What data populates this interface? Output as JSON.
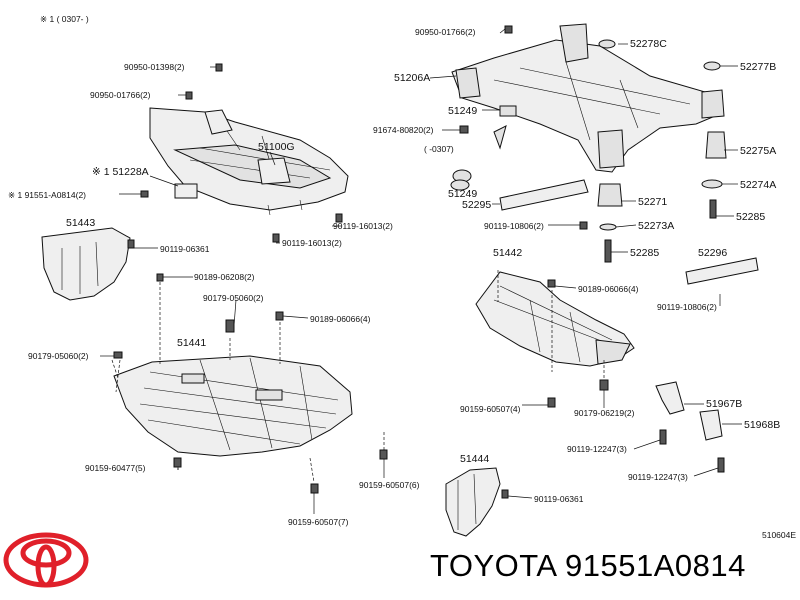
{
  "header_note": "※ 1 ( 0307-        )",
  "diagram_code": "510604E",
  "brand_line": "TOYOTA 91551A0814",
  "callouts": {
    "c_90950_01398": "90950-01398(2)",
    "c_90950_01766_left": "90950-01766(2)",
    "c_51100G": "51100G",
    "c_51228A": "※ 1 51228A",
    "c_91551_A0814": "※ 1 91551-A0814(2)",
    "c_90119_16013_a": "90119-16013(2)",
    "c_90119_16013_b": "90119-16013(2)",
    "c_51443": "51443",
    "c_90119_06361_a": "90119-06361",
    "c_90189_06208": "90189-06208(2)",
    "c_90179_05060_a": "90179-05060(2)",
    "c_90189_06066_a": "90189-06066(4)",
    "c_51441": "51441",
    "c_90179_05060_b": "90179-05060(2)",
    "c_90159_60477": "90159-60477(5)",
    "c_90159_60507_6": "90159-60507(6)",
    "c_90159_60507_7": "90159-60507(7)",
    "c_90950_01766_right": "90950-01766(2)",
    "c_52278C": "52278C",
    "c_51206A": "51206A",
    "c_52277B": "52277B",
    "c_51249_a": "51249",
    "c_91674_80820": "91674-80820(2)",
    "c_range_0307": "(    -0307)",
    "c_52275A": "52275A",
    "c_52274A": "52274A",
    "c_51249_b": "51249",
    "c_52295": "52295",
    "c_52271": "52271",
    "c_52285_a": "52285",
    "c_90119_10806_a": "90119-10806(2)",
    "c_52273A": "52273A",
    "c_52285_b": "52285",
    "c_51442": "51442",
    "c_52296": "52296",
    "c_90189_06066_b": "90189-06066(4)",
    "c_90119_10806_b": "90119-10806(2)",
    "c_90159_60507_4": "90159-60507(4)",
    "c_90179_06219": "90179-06219(2)",
    "c_51967B": "51967B",
    "c_51968B": "51968B",
    "c_90119_12247_a": "90119-12247(3)",
    "c_90119_12247_b": "90119-12247(3)",
    "c_51444": "51444",
    "c_90119_06361_b": "90119-06361"
  },
  "colors": {
    "logo_red": "#e0202a",
    "ink": "#111111",
    "part_fill": "#efefef"
  }
}
